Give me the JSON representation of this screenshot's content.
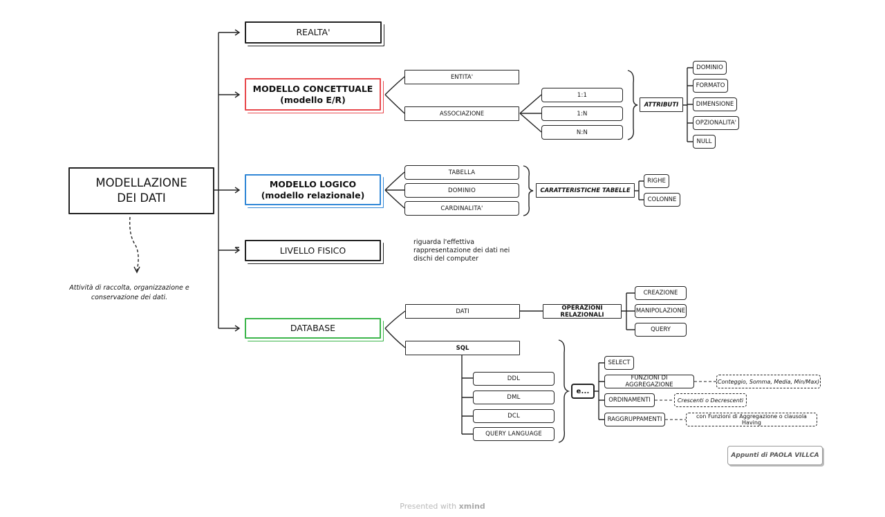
{
  "root": {
    "label": "MODELLAZIONE DEI DATI",
    "note": "Attività di raccolta, organizzazione e conservazione dei dati."
  },
  "branches": {
    "realta": "REALTA'",
    "concettuale": "MODELLO CONCETTUALE\n(modello E/R)",
    "logico": "MODELLO LOGICO\n(modello relazionale)",
    "fisico": "LIVELLO FISICO",
    "database": "DATABASE"
  },
  "concettuale": {
    "entita": "ENTITA'",
    "associazione": "ASSOCIAZIONE",
    "cardinalita": [
      "1:1",
      "1:N",
      "N:N"
    ],
    "attributi": "ATTRIBUTI",
    "attributi_items": [
      "DOMINIO",
      "FORMATO",
      "DIMENSIONE",
      "OPZIONALITA'",
      "NULL"
    ]
  },
  "logico": {
    "items": [
      "TABELLA",
      "DOMINIO",
      "CARDINALITA'"
    ],
    "caratteristiche": "CARATTERISTICHE TABELLE",
    "caratteristiche_items": [
      "RIGHE",
      "COLONNE"
    ]
  },
  "fisico": {
    "note": "riguarda l'effettiva\nrappresentazione dei dati nei\ndischi del computer"
  },
  "database": {
    "dati": "DATI",
    "operazioni": "OPERAZIONI RELAZIONALI",
    "operazioni_items": [
      "CREAZIONE",
      "MANIPOLAZIONE",
      "QUERY"
    ],
    "sql": "SQL",
    "sql_items": [
      "DDL",
      "DML",
      "DCL",
      "QUERY LANGUAGE"
    ],
    "e": "e...",
    "clauses": [
      "SELECT",
      "FUNZIONI DI AGGREGAZIONE",
      "ORDINAMENTI",
      "RAGGRUPPAMENTI"
    ],
    "clause_notes": {
      "aggregazione": "Conteggio, Somma, Media, Min/Max)",
      "ordinamenti": "Crescenti o Decrescenti",
      "raggruppamenti": "con Funzioni di Aggregazione o clausola Having"
    }
  },
  "signature": "Appunti di PAOLA VILLCA",
  "footer": {
    "prefix": "Presented with",
    "brand": "xmind"
  }
}
